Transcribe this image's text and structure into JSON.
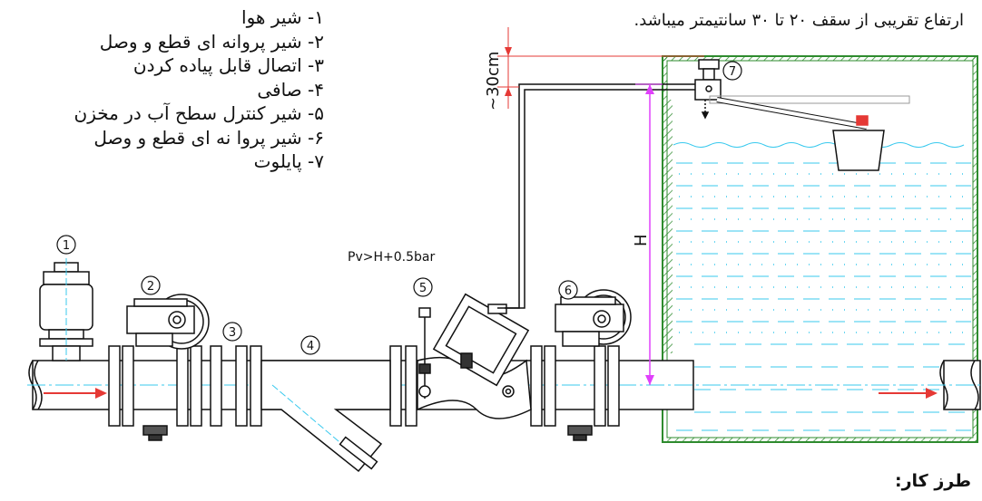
{
  "legend": [
    "۱- شیر هوا",
    "۲- شیر پروانه ای قطع و وصل",
    "۳- اتصال قابل پیاده کردن",
    "۴- صافی",
    "۵- شیر کنترل سطح آب در مخزن",
    "۶- شیر پروا نه ای قطع و وصل",
    "۷- پایلوت"
  ],
  "note": "ارتفاع تقریبی از سقف ۲۰ تا ۳۰ سانتیمتر میباشد.",
  "dim_label": "~30cm",
  "pressure_label": "Pv>H+0.5bar",
  "height_label": "H",
  "footer": "طرز کار:",
  "markers": [
    "1",
    "2",
    "3",
    "4",
    "5",
    "6",
    "7"
  ]
}
